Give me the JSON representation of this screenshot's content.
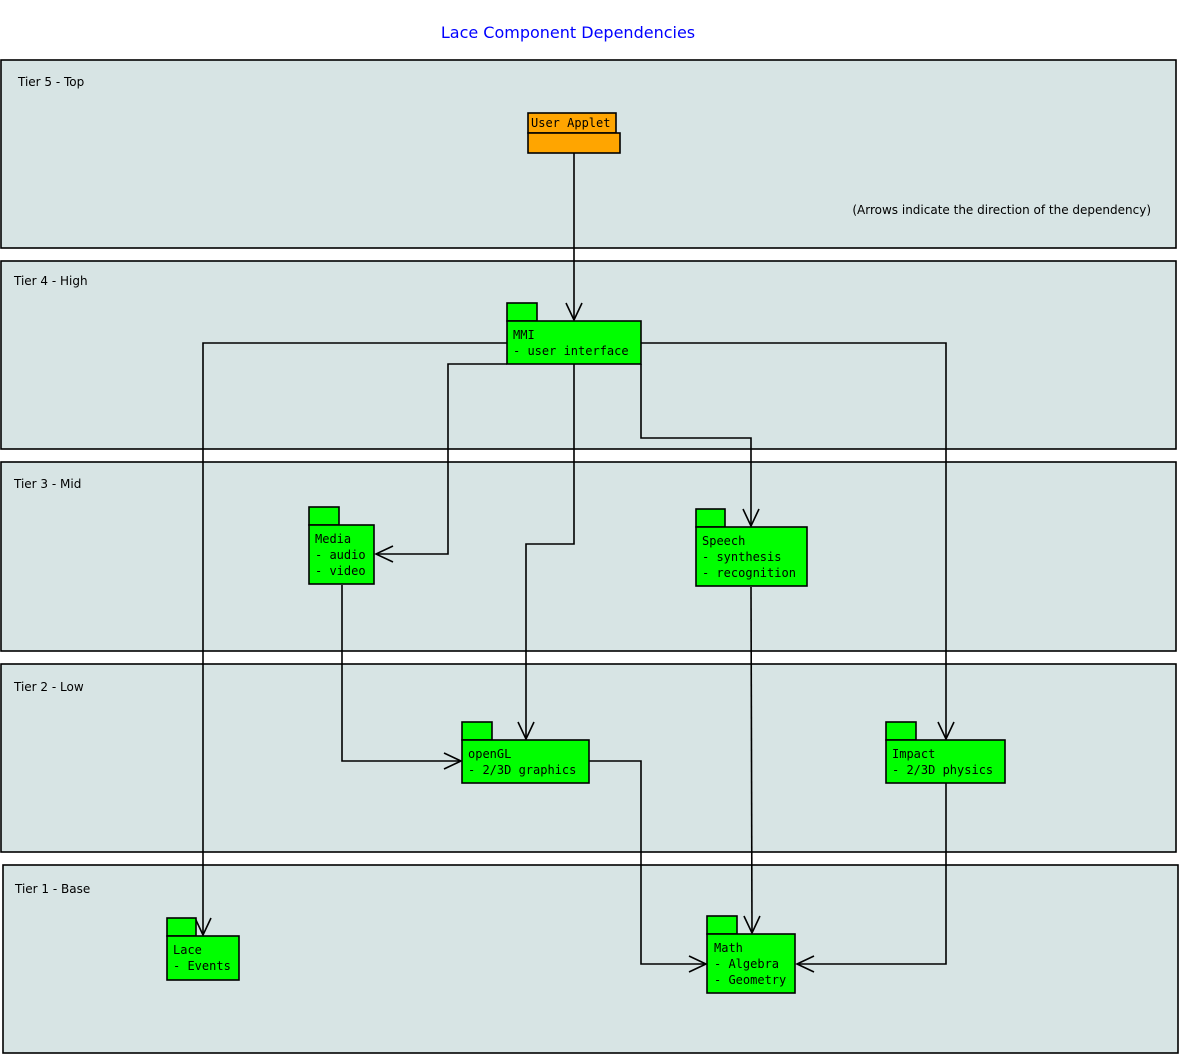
{
  "title": "Lace Component Dependencies",
  "note": "(Arrows indicate the direction of the dependency)",
  "colors": {
    "tier_fill": "#d7e4e4",
    "package_fill": "#00ff00",
    "applet_fill": "#ffa500",
    "title": "#0000ff"
  },
  "tiers": [
    {
      "label": "Tier 5 - Top"
    },
    {
      "label": "Tier 4 - High"
    },
    {
      "label": "Tier 3 - Mid"
    },
    {
      "label": "Tier 2 - Low"
    },
    {
      "label": "Tier 1 - Base"
    }
  ],
  "packages": [
    {
      "id": "user-applet",
      "lines": [
        "User Applet"
      ],
      "color": "#ffa500"
    },
    {
      "id": "mmi",
      "lines": [
        "MMI",
        "- user interface"
      ],
      "color": "#00ff00"
    },
    {
      "id": "media",
      "lines": [
        "Media",
        "- audio",
        "- video"
      ],
      "color": "#00ff00"
    },
    {
      "id": "speech",
      "lines": [
        "Speech",
        "- synthesis",
        "- recognition"
      ],
      "color": "#00ff00"
    },
    {
      "id": "opengl",
      "lines": [
        "openGL",
        "- 2/3D graphics"
      ],
      "color": "#00ff00"
    },
    {
      "id": "impact",
      "lines": [
        "Impact",
        "- 2/3D physics"
      ],
      "color": "#00ff00"
    },
    {
      "id": "lace",
      "lines": [
        "Lace",
        "- Events"
      ],
      "color": "#00ff00"
    },
    {
      "id": "math",
      "lines": [
        "Math",
        "- Algebra",
        "- Geometry"
      ],
      "color": "#00ff00"
    }
  ],
  "dependencies": [
    {
      "from": "user-applet",
      "to": "mmi"
    },
    {
      "from": "mmi",
      "to": "lace"
    },
    {
      "from": "mmi",
      "to": "impact"
    },
    {
      "from": "mmi",
      "to": "media"
    },
    {
      "from": "mmi",
      "to": "opengl"
    },
    {
      "from": "mmi",
      "to": "speech"
    },
    {
      "from": "media",
      "to": "opengl"
    },
    {
      "from": "speech",
      "to": "math"
    },
    {
      "from": "opengl",
      "to": "math"
    },
    {
      "from": "impact",
      "to": "math"
    }
  ]
}
